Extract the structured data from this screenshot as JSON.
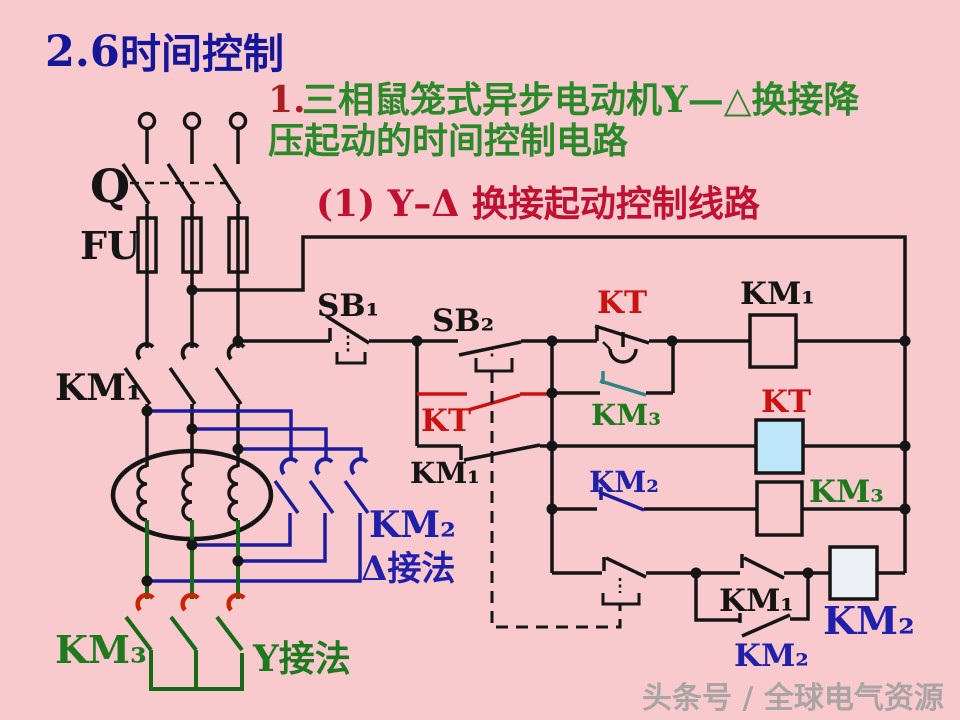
{
  "slide": {
    "title_number": "2.6",
    "title": "时间控制",
    "heading_number": "1.",
    "heading_line1": "三相鼠笼式异步电动机Y—△换接降",
    "heading_line2": "压起动的时间控制电路",
    "subheading": "(1) Y–Δ 换接起动控制线路",
    "watermark": "头条号 / 全球电气资源"
  },
  "power_circuit": {
    "breaker": "Q",
    "fuse": "FU",
    "main_contactor": "KM₁",
    "delta_contactor": "KM₂",
    "delta_connection": "Δ接法",
    "star_contactor": "KM₃",
    "star_connection": "Y接法"
  },
  "control_circuit": {
    "stop_button": "SB₁",
    "start_button": "SB₂",
    "kt_delay_contact": "KT",
    "km1_coil": "KM₁",
    "kt_instant_contact": "KT",
    "km3_interlock_contact": "KM₃",
    "km1_selfhold_contact": "KM₁",
    "kt_coil": "KT",
    "km2_interlock_contact": "KM₂",
    "km3_coil": "KM₃",
    "km1_aux_contact": "KM₁",
    "km2_selfhold_contact": "KM₂",
    "km2_coil": "KM₂"
  },
  "colors": {
    "background": "#f8c9cd",
    "title_blue": "#16169a",
    "heading_green": "#2a8a2a",
    "heading_number_red": "#aa2020",
    "subheading_red": "#c11030",
    "circuit_black": "#151515",
    "circuit_blue": "#1c1c9f",
    "circuit_green": "#176b17",
    "contact_red": "#cc1111",
    "hook_red": "#cc2200",
    "teal_contact": "#2e8383",
    "kt_coil_fill": "#bde7f8",
    "km2_coil_fill": "#edf1f6",
    "watermark_gray": "#9e9e9e"
  }
}
